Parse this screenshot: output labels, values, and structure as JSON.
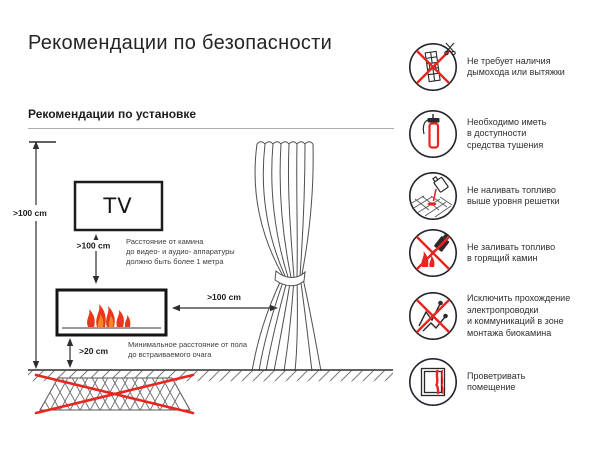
{
  "page": {
    "title": "Рекомендации по безопасности",
    "section_title": "Рекомендации по установке"
  },
  "colors": {
    "accent_red": "#e8251f",
    "ink": "#252525",
    "line": "#2e2e2e"
  },
  "diagram": {
    "tv_label": "TV",
    "wall_distance_label": ">100 cm",
    "tv_distance_label": ">100 cm",
    "tv_distance_note": [
      "Расстояние от камина",
      "до видео- и аудио- аппаратуры",
      "должно быть более 1 метра"
    ],
    "curtain_distance_label": ">100 cm",
    "floor_distance_label": ">20 cm",
    "floor_distance_note": [
      "Минимальное расстояние от пола",
      "до встраиваемого очага"
    ]
  },
  "safety_items": [
    {
      "icon": "no-chimney-icon",
      "lines": [
        "Не требует наличия",
        "дымохода или вытяжки"
      ]
    },
    {
      "icon": "extinguisher-icon",
      "lines": [
        "Необходимо иметь",
        "в доступности",
        "средства тушения"
      ]
    },
    {
      "icon": "no-overfill-icon",
      "lines": [
        "Не наливать топливо",
        "выше уровня решетки"
      ]
    },
    {
      "icon": "no-refill-burning-icon",
      "lines": [
        "Не заливать топливо",
        "в горящий камин"
      ]
    },
    {
      "icon": "no-wiring-icon",
      "lines": [
        "Исключить прохождение",
        "электропроводки",
        "и коммуникаций в зоне",
        "монтажа биокамина"
      ]
    },
    {
      "icon": "ventilate-icon",
      "lines": [
        "Проветривать",
        "помещение"
      ]
    }
  ]
}
